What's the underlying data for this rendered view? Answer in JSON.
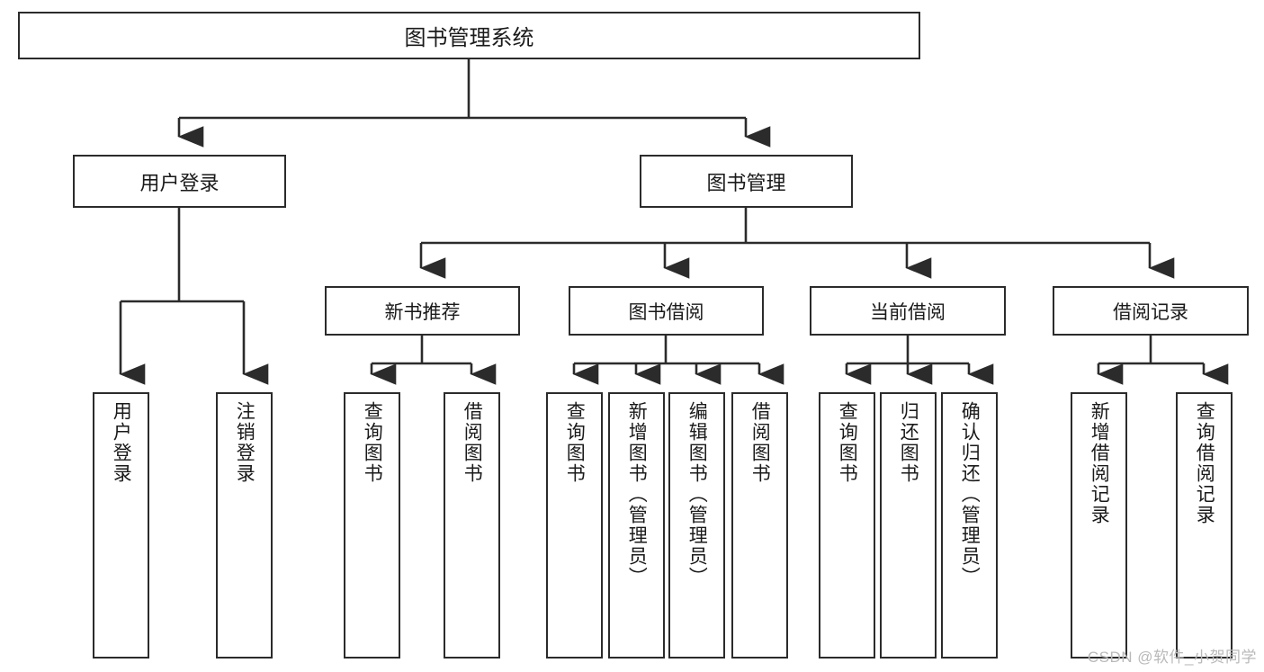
{
  "diagram": {
    "title": "图书管理系统",
    "root": {
      "label": "图书管理系统"
    },
    "level2": [
      {
        "label": "用户登录"
      },
      {
        "label": "图书管理"
      }
    ],
    "level3": [
      {
        "label": "新书推荐"
      },
      {
        "label": "图书借阅"
      },
      {
        "label": "当前借阅"
      },
      {
        "label": "借阅记录"
      }
    ],
    "leaves": {
      "user_login": [
        {
          "label": "用户登录"
        },
        {
          "label": "注销登录"
        }
      ],
      "new_book_recommend": [
        {
          "label": "查询图书"
        },
        {
          "label": "借阅图书"
        }
      ],
      "book_borrow": [
        {
          "label": "查询图书"
        },
        {
          "label": "新增图书（管理员）"
        },
        {
          "label": "编辑图书（管理员）"
        },
        {
          "label": "借阅图书"
        }
      ],
      "current_borrow": [
        {
          "label": "查询图书"
        },
        {
          "label": "归还图书"
        },
        {
          "label": "确认归还（管理员）"
        }
      ],
      "borrow_record": [
        {
          "label": "新增借阅记录"
        },
        {
          "label": "查询借阅记录"
        }
      ]
    }
  },
  "watermark": {
    "text": "CSDN @软件_小贺同学"
  },
  "colors": {
    "border": "#2b2b2b",
    "background": "#ffffff",
    "text": "#1a1a1a",
    "watermark": "#b9b9b9"
  }
}
